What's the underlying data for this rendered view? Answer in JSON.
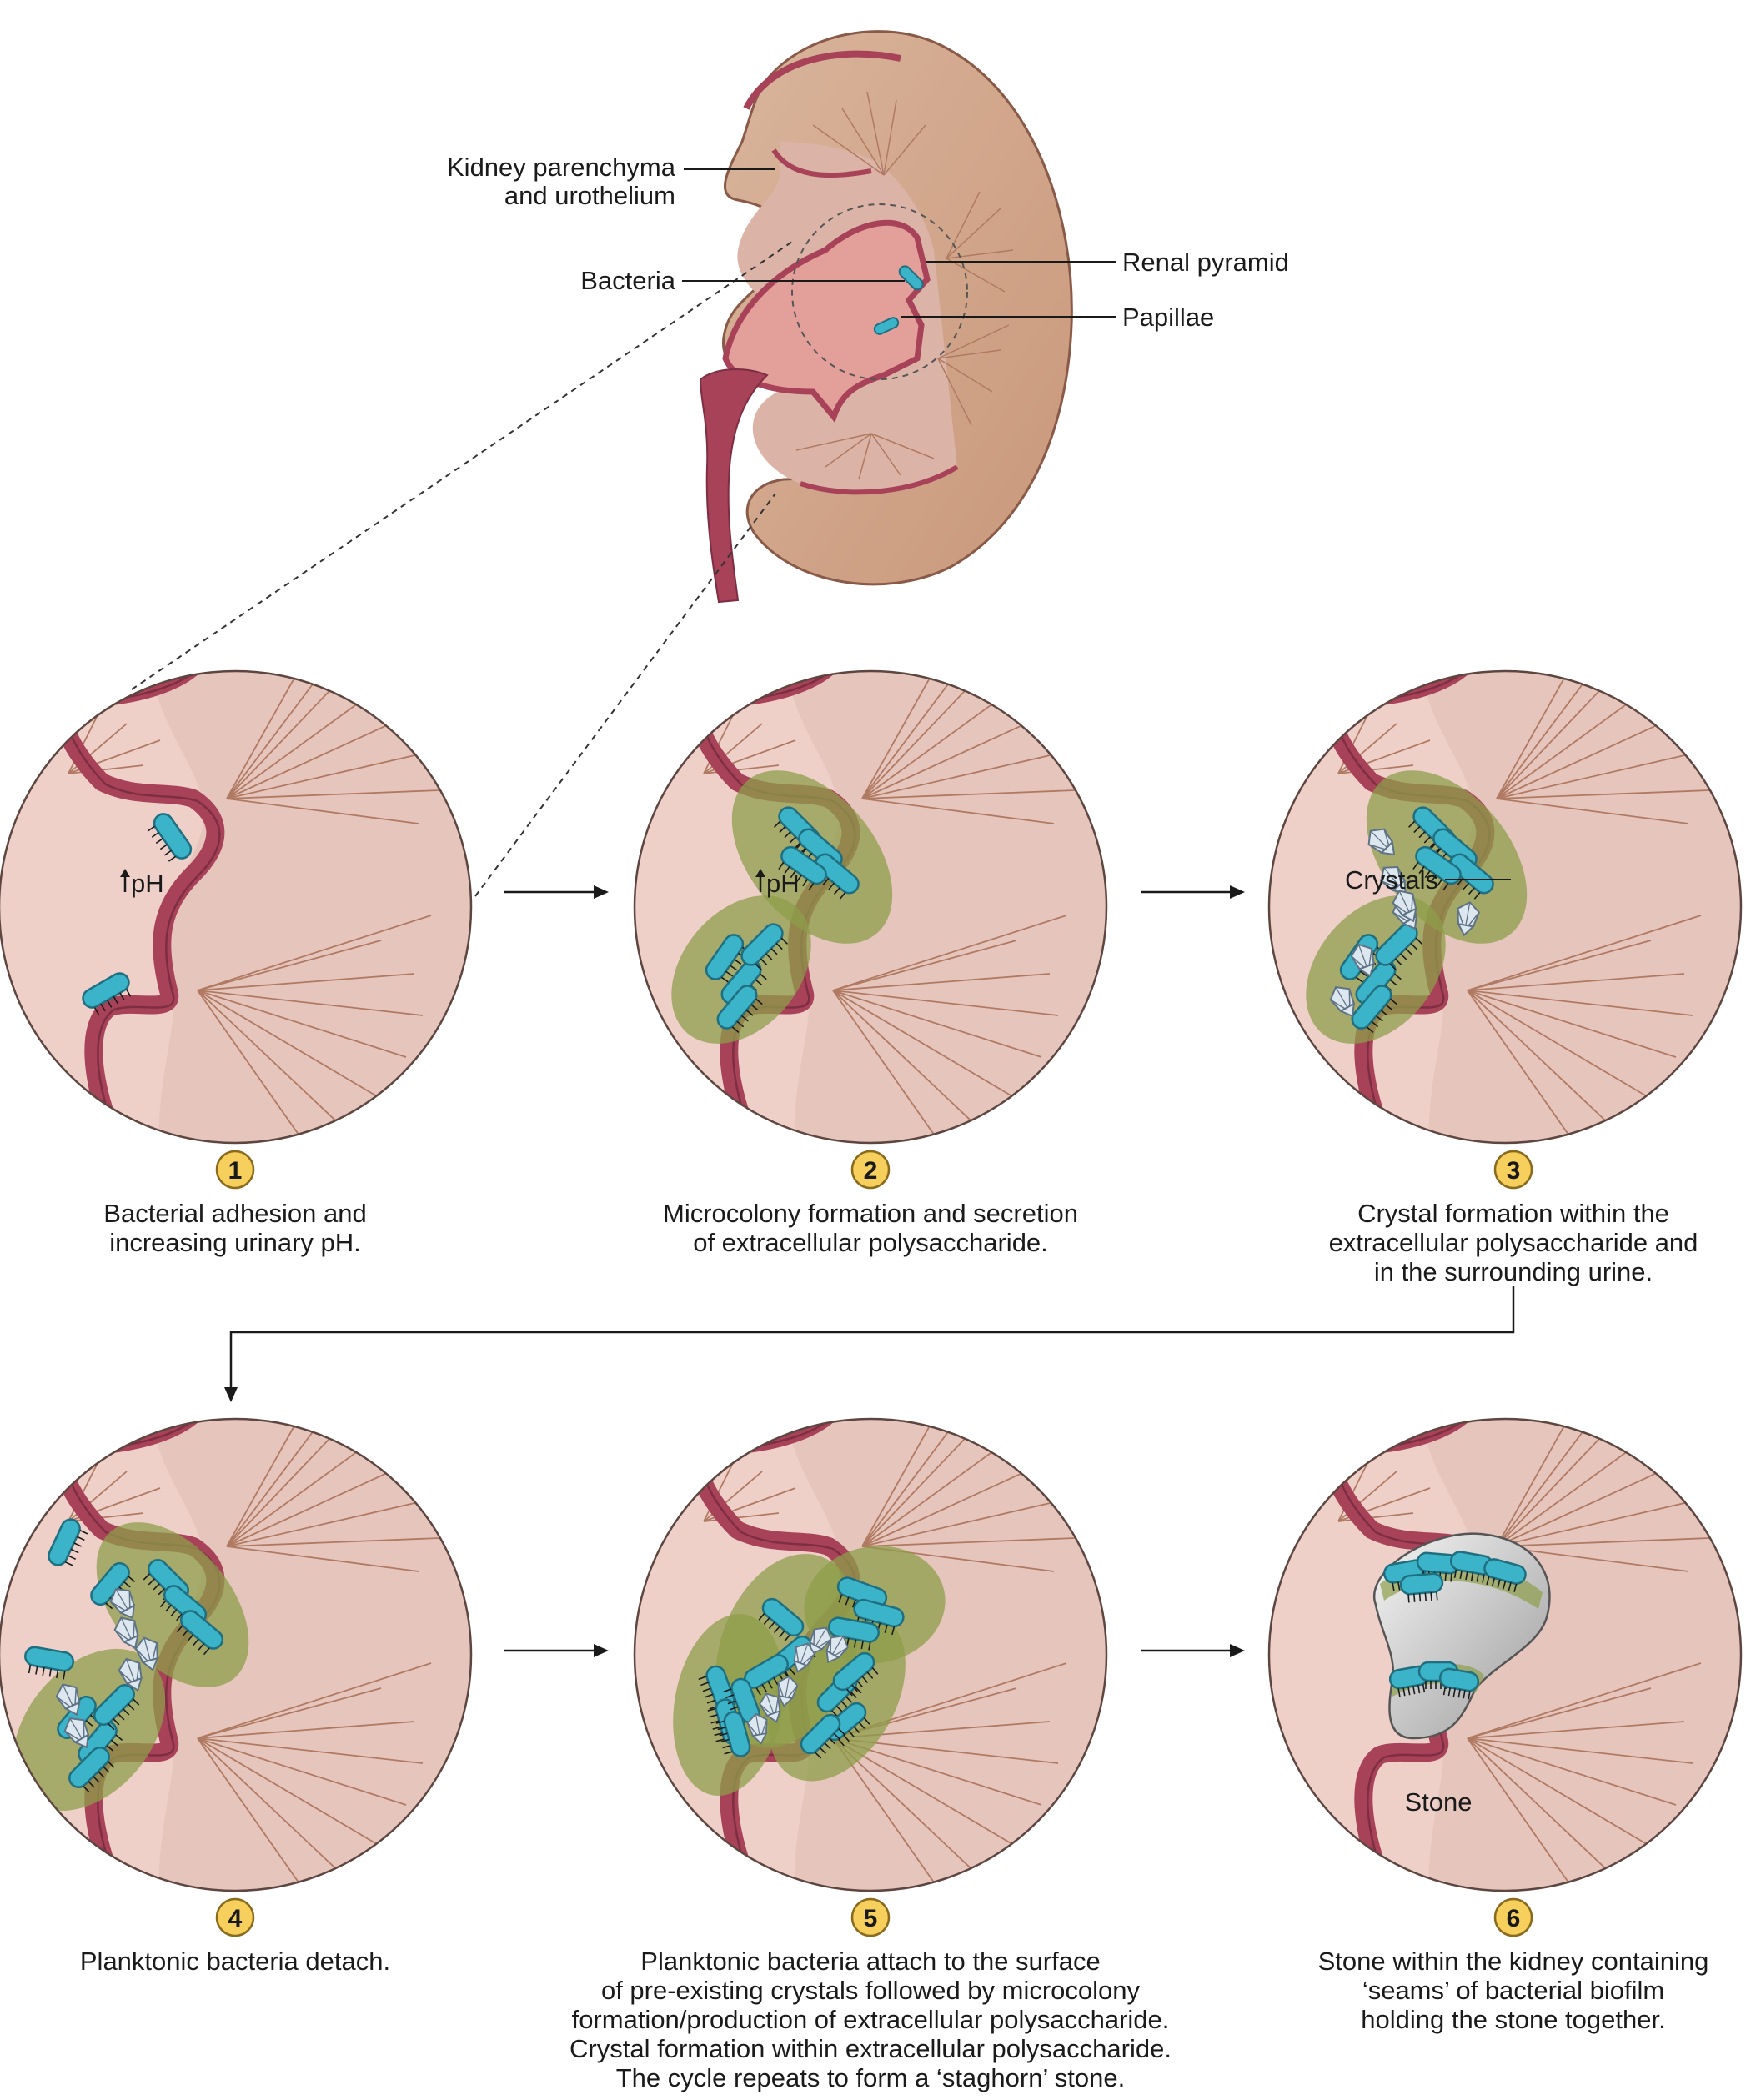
{
  "kidney": {
    "labels": {
      "parenchyma_line1": "Kidney parenchyma",
      "parenchyma_line2": "and urothelium",
      "bacteria": "Bacteria",
      "renal_pyramid": "Renal pyramid",
      "papillae": "Papillae"
    }
  },
  "steps": [
    {
      "number": "1",
      "caption": [
        "Bacterial adhesion and",
        "increasing urinary pH."
      ],
      "inset_label": "pH"
    },
    {
      "number": "2",
      "caption": [
        "Microcolony formation and secretion",
        "of extracellular polysaccharide."
      ],
      "inset_label": "pH"
    },
    {
      "number": "3",
      "caption": [
        "Crystal formation within the",
        "extracellular polysaccharide and",
        "in the surrounding urine."
      ],
      "inset_label": "Crystals"
    },
    {
      "number": "4",
      "caption": [
        "Planktonic bacteria detach."
      ]
    },
    {
      "number": "5",
      "caption": [
        "Planktonic bacteria attach to the surface",
        "of pre-existing crystals followed by microcolony",
        "formation/production of extracellular polysaccharide.",
        "Crystal formation within extracellular polysaccharide.",
        "The cycle repeats to form a ‘staghorn’ stone."
      ]
    },
    {
      "number": "6",
      "caption": [
        "Stone within the kidney containing",
        "‘seams’ of bacterial biofilm",
        "holding the stone together."
      ],
      "inset_label": "Stone"
    }
  ],
  "colors": {
    "parenchyma": "#d4ab90",
    "pelvis": "#e3a09a",
    "urothelium": "#a84258",
    "inset_bg": "#efd0c9",
    "bacteria": "#3bb3c8",
    "biofilm": "#8d9e4a",
    "crystal": "#dde7ef",
    "badge": "#f6cf5c",
    "stone": "#b5b5b5"
  },
  "icons": [
    "arrow-up-icon",
    "right-arrow-icon",
    "crystal-icon",
    "bacterium-icon"
  ]
}
